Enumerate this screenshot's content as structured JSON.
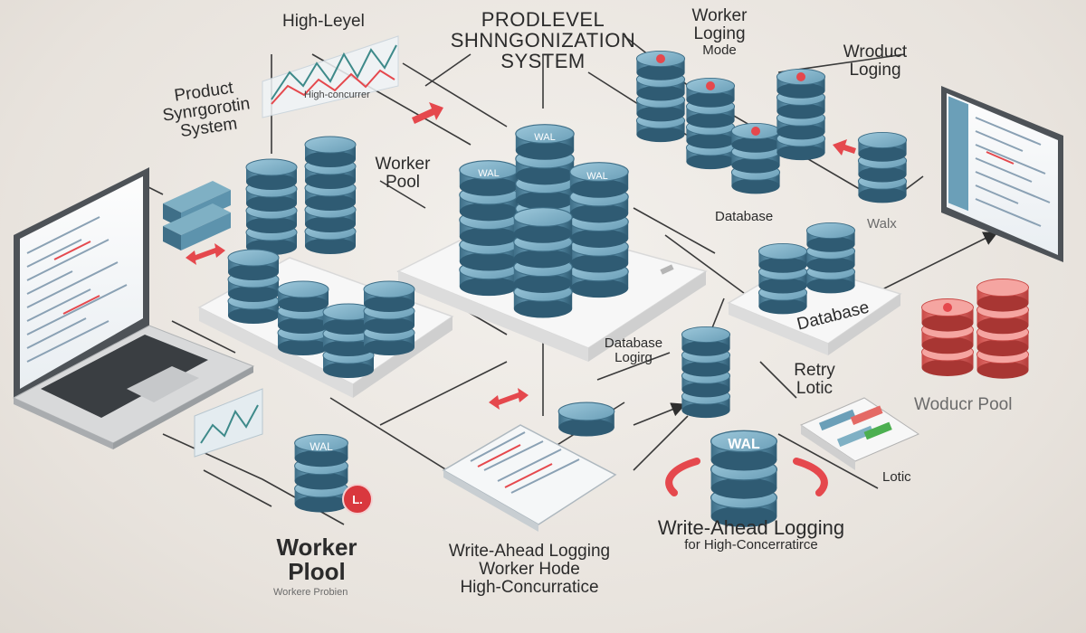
{
  "labels": {
    "high_level": "High-Leyel",
    "high_concurrent": "High-concurrer",
    "title": [
      "PRODLEVEL",
      "SHNNGONIZATION",
      "SYSTEM"
    ],
    "worker_logging": [
      "Worker",
      "Loging",
      "Mode"
    ],
    "wroduct_logging": [
      "Wroduct",
      "Loging"
    ],
    "product_sync": [
      "Product",
      "Synrgorotin",
      "System"
    ],
    "worker_pool_top": [
      "Worker",
      "Pool"
    ],
    "database_right": "Database",
    "walx": "Walx",
    "database_platform": "Database",
    "database_logging": [
      "Database",
      "Logirg"
    ],
    "retry_lotic": [
      "Retry",
      "Lotic"
    ],
    "woducr_pool": "Woducr Pool",
    "lotic": "Lotic",
    "worker_pool_bottom": [
      "Worker",
      "Plool"
    ],
    "worker_pool_sub": "Workere Probien",
    "wal_center_caption": [
      "Write-Ahead Logging",
      "Worker Hode",
      "High-Concurratice"
    ],
    "wal_right_caption": [
      "Write-Ahead Logging",
      "for High-Concerratirce"
    ]
  },
  "cylinder_labels": {
    "wal": "WAL",
    "wal_bold": "WAL",
    "l_badge": "L."
  },
  "colors": {
    "background": "#ece8e3",
    "cylinder_blue": "#6b9fb8",
    "cylinder_dark": "#2f5b73",
    "cylinder_red": "#e46a65",
    "accent_red": "#e5484d",
    "platform": "#f7f7f7",
    "wire": "#3a3a3a"
  }
}
